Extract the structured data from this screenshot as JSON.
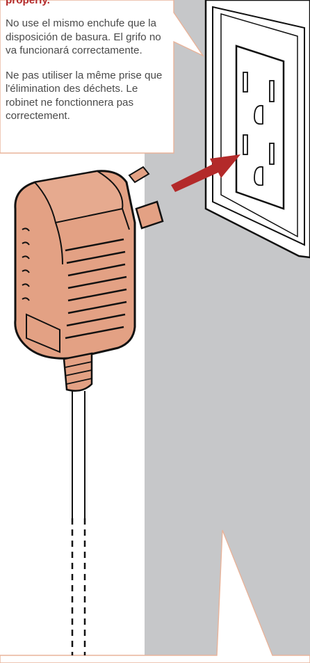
{
  "warning": {
    "english_tail": "properly.",
    "spanish": "No use el mismo enchufe que la disposición de basura. El grifo no va funcionará correctamente.",
    "french": "Ne pas utiliser la même prise que l'élimination des déchets. Le robinet ne fonctionnera pas correctement."
  },
  "colors": {
    "accent_red": "#b32a2a",
    "adapter_fill": "#e3a184",
    "wall_gray": "#c6c7c9",
    "callout_border": "#e8b39a",
    "text_gray": "#4a4a4a"
  }
}
